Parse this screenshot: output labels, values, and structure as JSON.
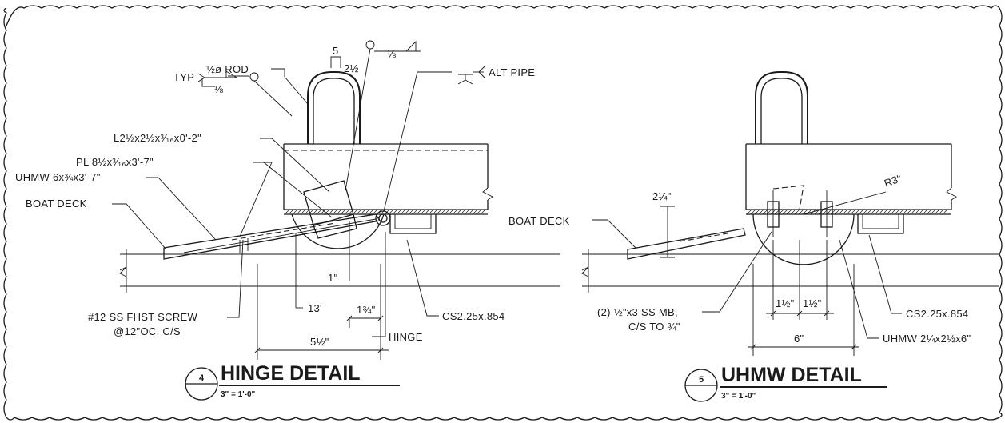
{
  "hinge_detail": {
    "labels": {
      "rod": "½ø ROD",
      "rod_weld_len": "5",
      "rod_weld_size": "2½",
      "typ": "TYP",
      "weld_size_left": "⅛",
      "weld_size_top": "⅛",
      "alt_pipe": "ALT PIPE",
      "angle": "L2½x2½x³⁄₁₆x0'-2\"",
      "plate": "PL 8½x³⁄₁₆x3'-7\"",
      "uhmw": "UHMW 6x¾x3'-7\"",
      "boat_deck": "BOAT DECK",
      "screw_line1": "#12 SS FHST SCREW",
      "screw_line2": "@12\"OC, C/S",
      "dim_1": "1\"",
      "dim_13": "13'",
      "dim_1_3_4": "1¾\"",
      "dim_5_1_2": "5½\"",
      "hinge": "HINGE",
      "channel": "CS2.25x.854"
    },
    "number": "4",
    "title": "HINGE DETAIL",
    "scale": "3\" = 1'-0\""
  },
  "uhmw_detail": {
    "labels": {
      "dim_2_1_4": "2¼\"",
      "radius": "R3\"",
      "boat_deck": "BOAT DECK",
      "bolts_line1": "(2) ½\"x3 SS MB,",
      "bolts_line2": "C/S TO ¾\"",
      "dim_1_1_2_a": "1½\"",
      "dim_1_1_2_b": "1½\"",
      "dim_6": "6\"",
      "channel": "CS2.25x.854",
      "uhmw": "UHMW 2¼x2½x6\""
    },
    "number": "5",
    "title": "UHMW DETAIL",
    "scale": "3\" = 1'-0\""
  }
}
